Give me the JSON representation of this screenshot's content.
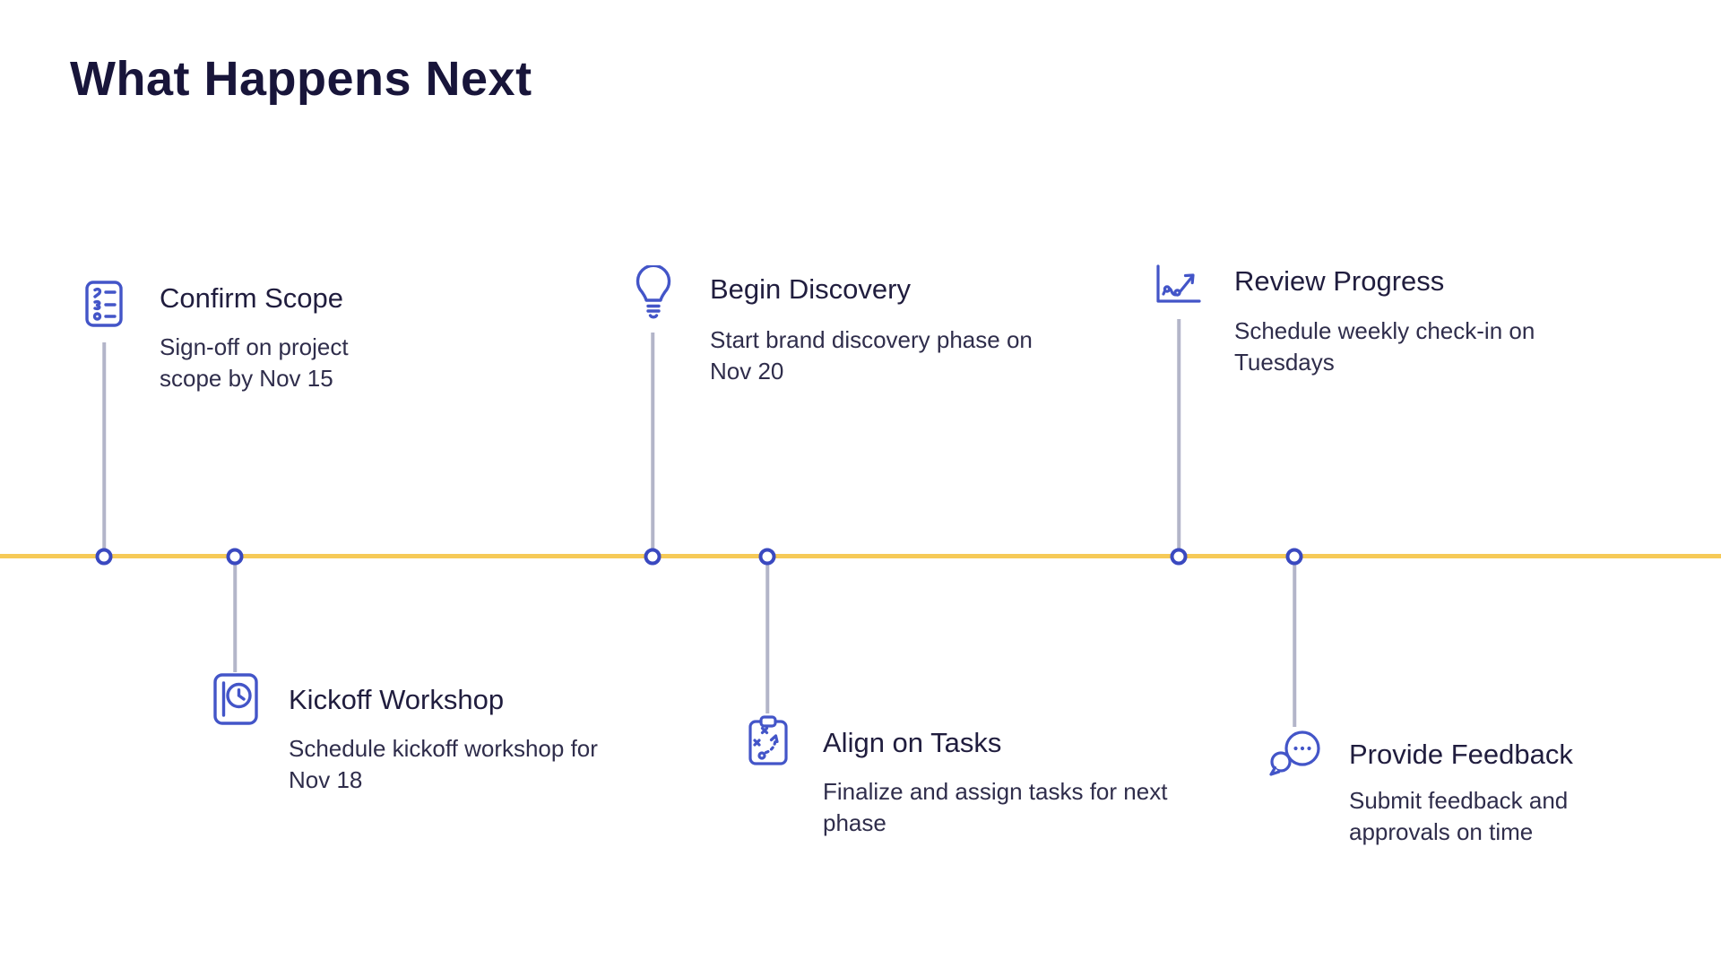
{
  "title": "What Happens Next",
  "theme": {
    "accent_blue": "#4355c8",
    "node_border_blue": "#3a49c0",
    "timeline_yellow": "#f6ca57",
    "connector_gray": "#b3b5c9",
    "heading_navy": "#18153a",
    "body_navy": "#2f2d4b"
  },
  "timeline": {
    "items": [
      {
        "icon": "checklist-icon",
        "title": "Confirm Scope",
        "description": "Sign-off on project scope by Nov 15",
        "side": "above"
      },
      {
        "icon": "calendar-clock-icon",
        "title": "Kickoff Workshop",
        "description": "Schedule kickoff workshop for Nov 18",
        "side": "below"
      },
      {
        "icon": "lightbulb-icon",
        "title": "Begin Discovery",
        "description": "Start brand discovery phase on Nov 20",
        "side": "above"
      },
      {
        "icon": "clipboard-strategy-icon",
        "title": "Align on Tasks",
        "description": "Finalize and assign tasks for next phase",
        "side": "below"
      },
      {
        "icon": "trend-chart-icon",
        "title": "Review Progress",
        "description": "Schedule weekly check-in on Tuesdays",
        "side": "above"
      },
      {
        "icon": "chat-bubbles-icon",
        "title": "Provide Feedback",
        "description": "Submit feedback and approvals on time",
        "side": "below"
      }
    ]
  }
}
